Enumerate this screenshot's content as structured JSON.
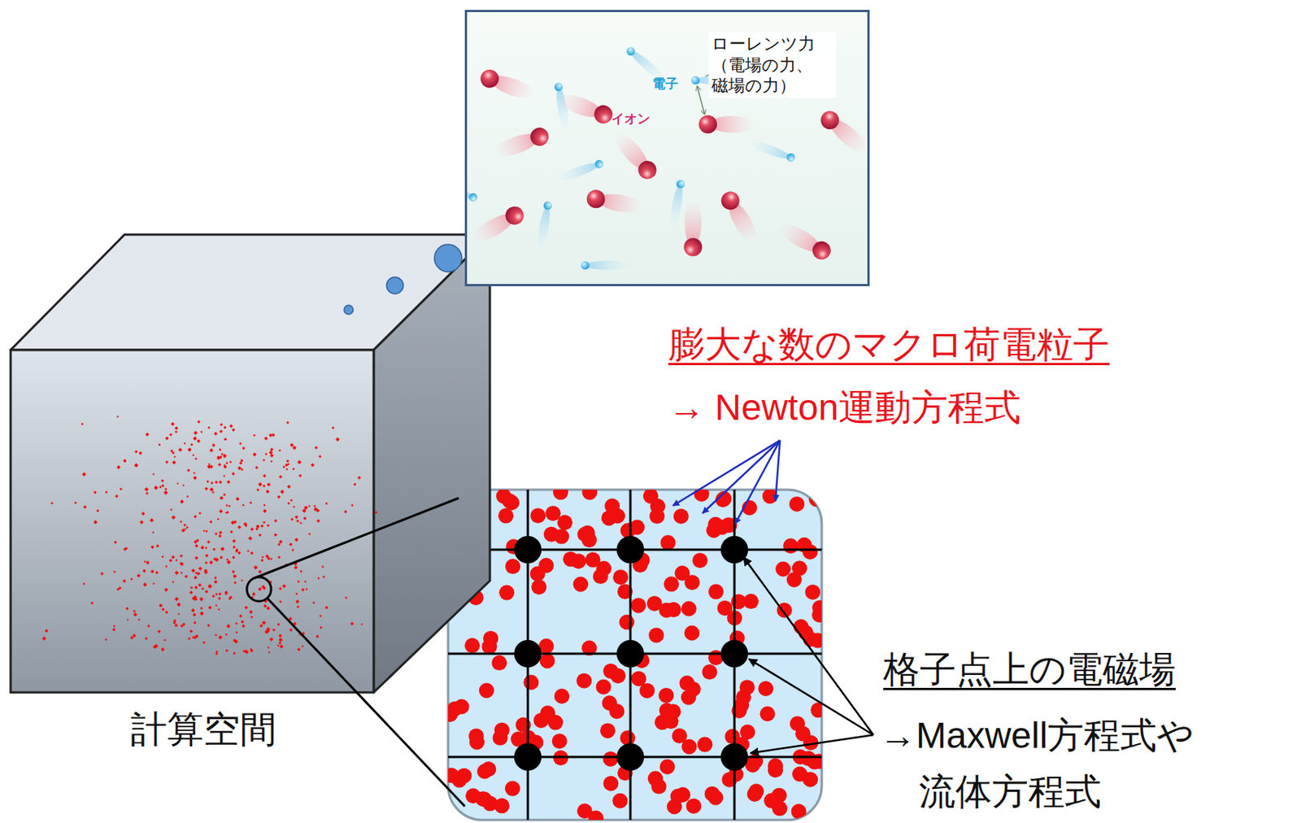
{
  "diagram": {
    "nodes": [
      {
        "text": [
          "計算空間"
        ]
      },
      {
        "text": [
          "ローレンツ力 （電場の力、 磁場の力）",
          "電子",
          "イオン"
        ]
      }
    ],
    "labels": [
      "膨大な数のマクロ荷電粒子",
      "→ Newton運動方程式",
      "格子点上の電磁場",
      "→Maxwell方程式や 流体方程式"
    ]
  }
}
